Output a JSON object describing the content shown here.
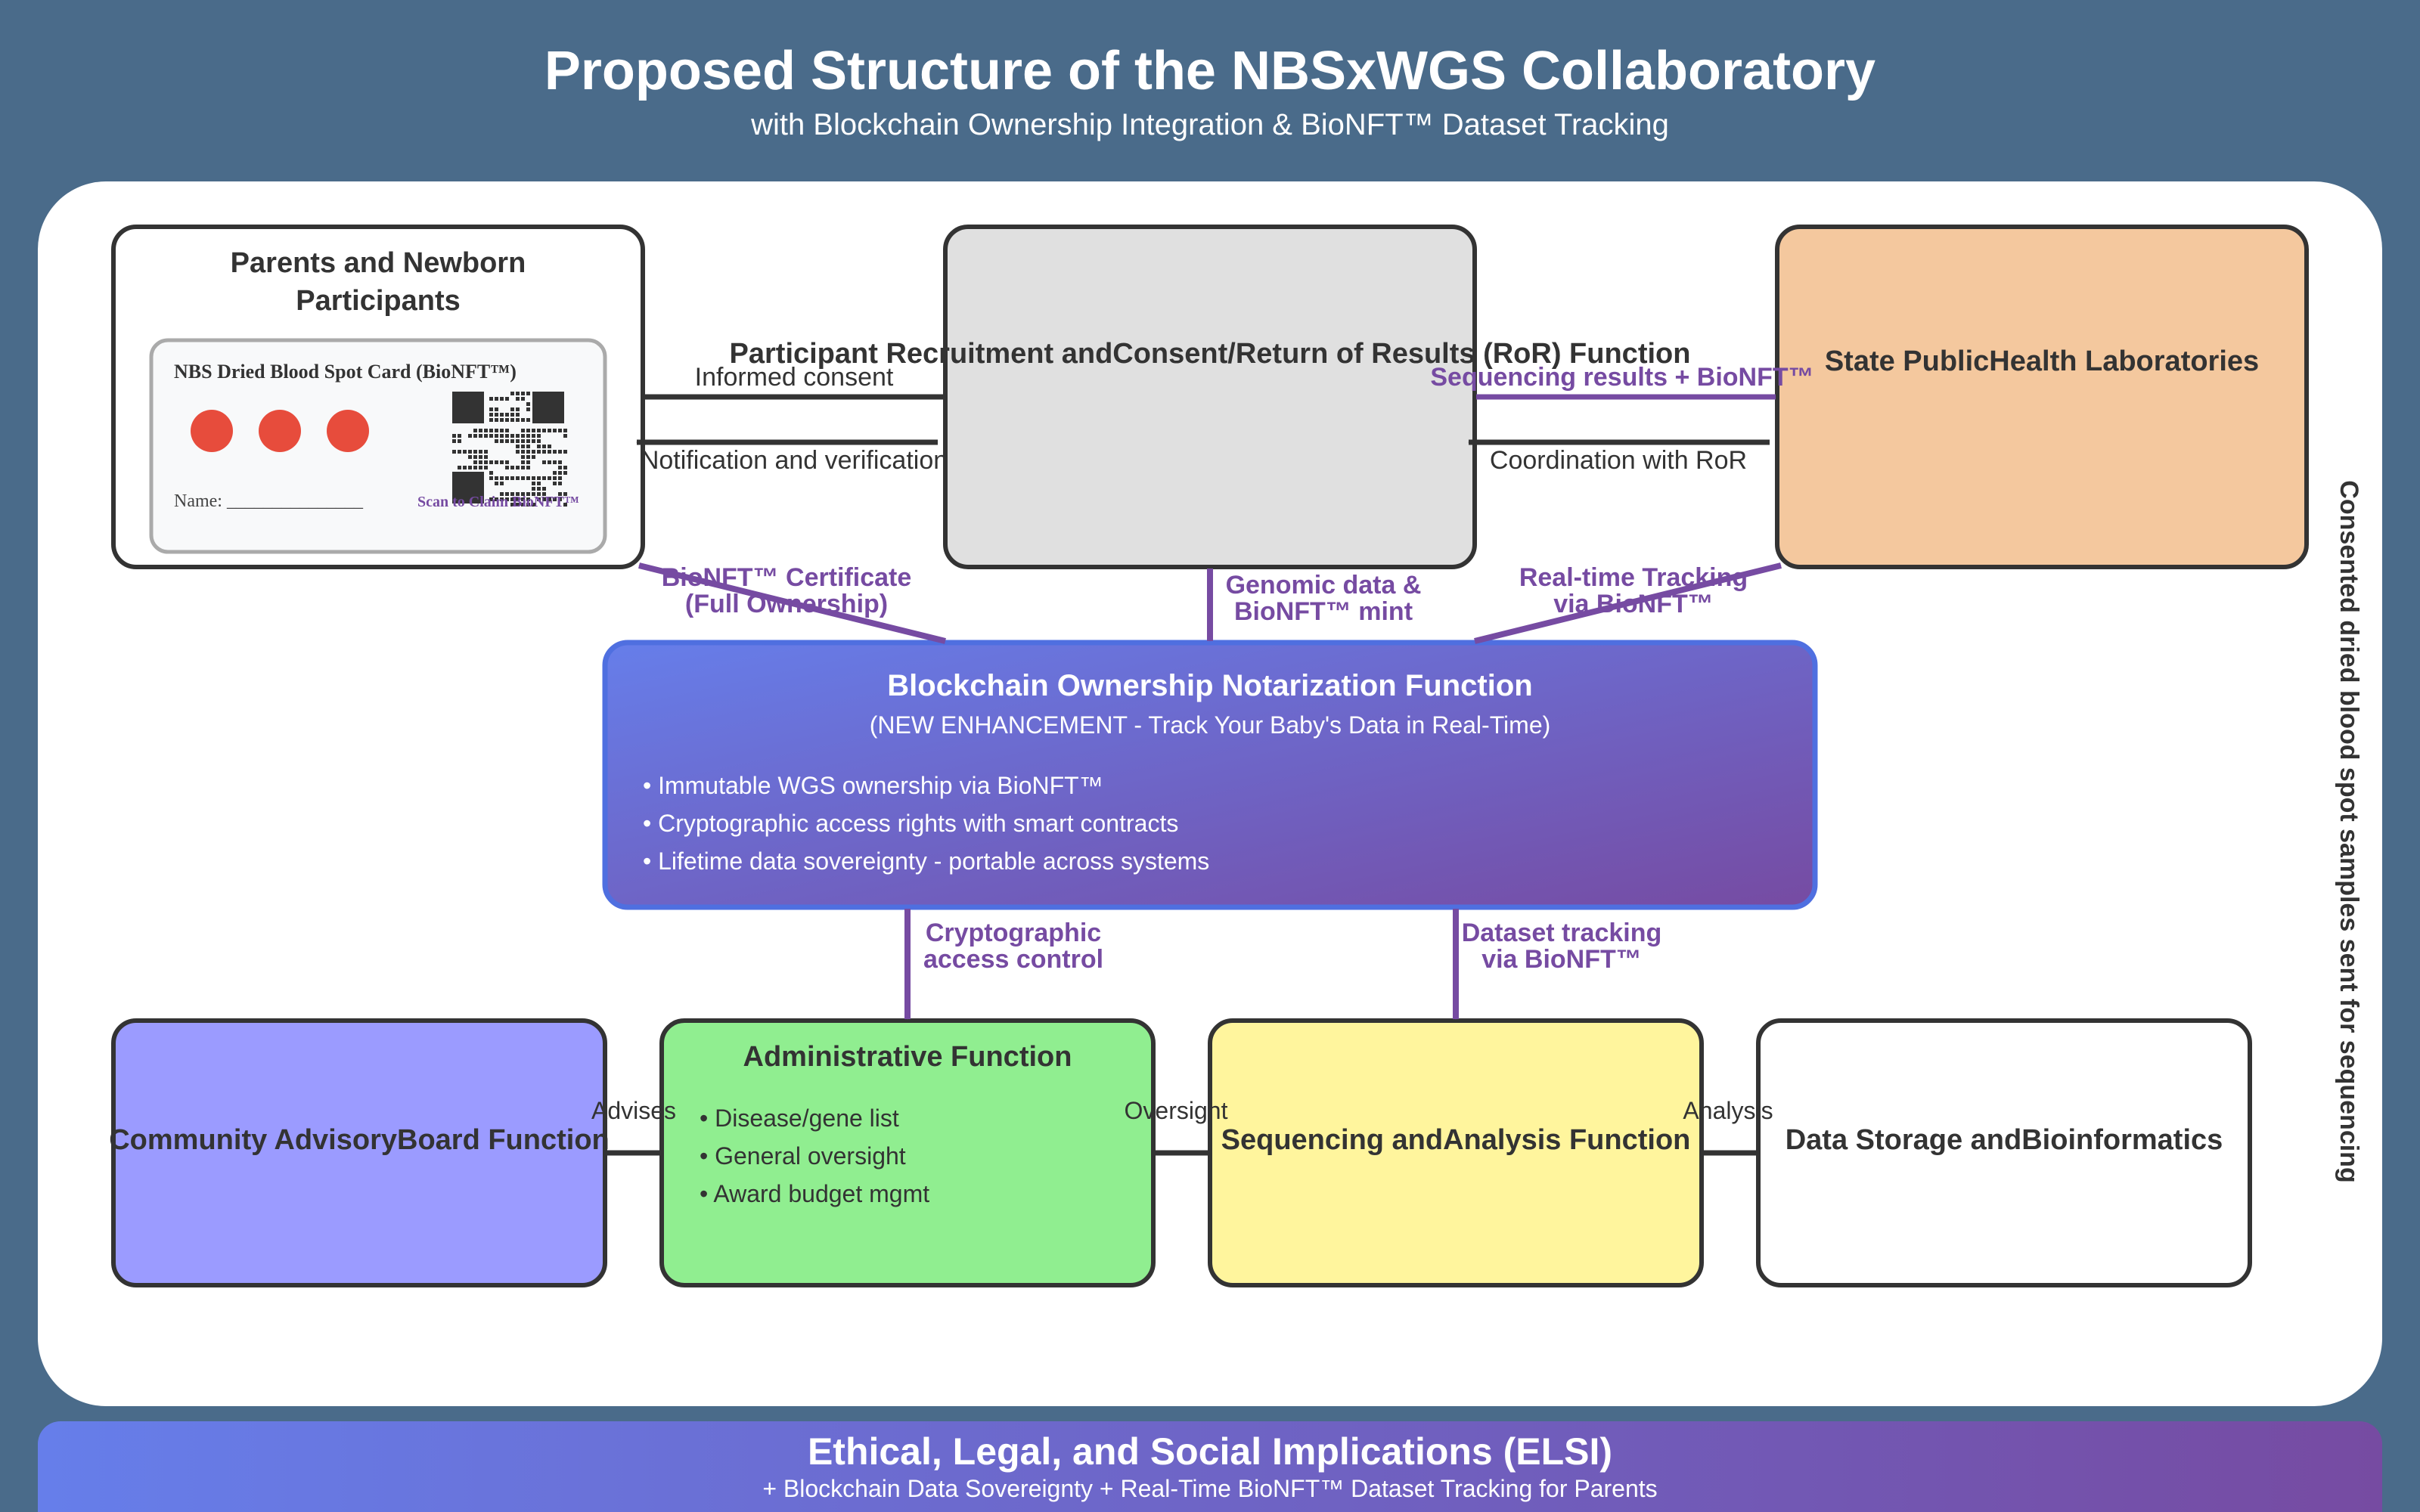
{
  "header": {
    "title": "Proposed Structure of the NBSxWGS Collaboratory",
    "subtitle": "with Blockchain Ownership Integration & BioNFT™ Dataset Tracking"
  },
  "parents": {
    "title_line1": "Parents and Newborn",
    "title_line2": "Participants",
    "card_title": "NBS Dried Blood Spot Card (BioNFT™)",
    "card_name": "Name: _______________",
    "card_scan": "Scan to Claim BioNFT™"
  },
  "recruitment": {
    "title": "Participant Recruitment andConsent/Return of Results (RoR) Function"
  },
  "labs": {
    "title": "State PublicHealth Laboratories"
  },
  "blockchain": {
    "title": "Blockchain Ownership Notarization Function",
    "subtitle": "(NEW ENHANCEMENT - Track Your Baby's Data in Real-Time)",
    "bullets": [
      "• Immutable WGS ownership via BioNFT™",
      "• Cryptographic access rights with smart contracts",
      "• Lifetime data sovereignty - portable across systems"
    ]
  },
  "community": {
    "title": "Community AdvisoryBoard Function"
  },
  "admin": {
    "title": "Administrative Function",
    "bullets": [
      "• Disease/gene list",
      "• General oversight",
      "• Award budget mgmt"
    ]
  },
  "sequencing": {
    "title": "Sequencing andAnalysis Function"
  },
  "storage": {
    "title": "Data Storage andBioinformatics"
  },
  "arrows": {
    "informed_consent": "Informed consent",
    "notification": "Notification and verification",
    "seq_results": "Sequencing results + BioNFT™",
    "coordination": "Coordination with RoR",
    "certificate_line1": "BioNFT™ Certificate",
    "certificate_line2": "(Full Ownership)",
    "genomic_line1": "Genomic data &",
    "genomic_line2": "BioNFT™ mint",
    "realtime_line1": "Real-time Tracking",
    "realtime_line2": "via BioNFT™",
    "crypto_line1": "Cryptographic",
    "crypto_line2": "access control",
    "dataset_line1": "Dataset tracking",
    "dataset_line2": "via BioNFT™",
    "advises": "Advises",
    "oversight": "Oversight",
    "analysis": "Analysis"
  },
  "side_label": "Consented dried blood spot samples sent for sequencing",
  "elsi": {
    "title": "Ethical, Legal, and Social Implications (ELSI)",
    "subtitle": "+ Blockchain Data Sovereignty + Real-Time BioNFT™ Dataset Tracking for Parents"
  },
  "colors": {
    "background": "#4a6b8a",
    "purple": "#764ba2",
    "blue_purple": "#667eea",
    "labs": "#f4c89e",
    "community": "#9b9bff",
    "admin": "#90ee90",
    "sequencing": "#fff59d",
    "recruitment": "#e0e0e0",
    "blood_spot": "#e74c3c"
  },
  "icons": {
    "qr": "qr-code-icon",
    "blood_spot": "blood-spot-icon"
  }
}
